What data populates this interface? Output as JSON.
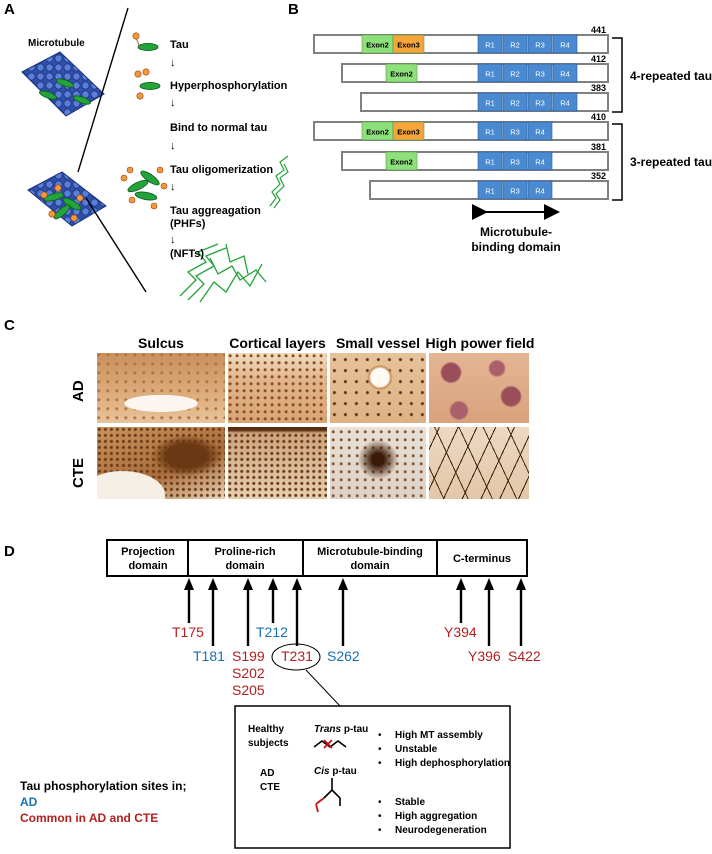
{
  "panel_a": {
    "letter": "A",
    "microtubule_label": "Microtubule",
    "steps": [
      "Tau",
      "Hyperphosphorylation",
      "Bind to normal tau",
      "Tau oligomerization",
      "Tau aggreagation",
      "(PHFs)",
      "(NFTs)"
    ],
    "arrow_glyph": "↓",
    "p_glyph": "P"
  },
  "panel_b": {
    "letter": "B",
    "isoforms": [
      {
        "length": "441",
        "exons": [
          "Exon2",
          "Exon3"
        ],
        "repeats": [
          "R1",
          "R2",
          "R3",
          "R4"
        ]
      },
      {
        "length": "412",
        "exons": [
          "Exon2"
        ],
        "repeats": [
          "R1",
          "R2",
          "R3",
          "R4"
        ]
      },
      {
        "length": "383",
        "exons": [],
        "repeats": [
          "R1",
          "R2",
          "R3",
          "R4"
        ]
      },
      {
        "length": "410",
        "exons": [
          "Exon2",
          "Exon3"
        ],
        "repeats": [
          "R1",
          "R3",
          "R4"
        ]
      },
      {
        "length": "381",
        "exons": [
          "Exon2"
        ],
        "repeats": [
          "R1",
          "R3",
          "R4"
        ]
      },
      {
        "length": "352",
        "exons": [],
        "repeats": [
          "R1",
          "R3",
          "R4"
        ]
      }
    ],
    "group_4r": "4-repeated tau",
    "group_3r": "3-repeated tau",
    "mbd_line1": "Microtubule-",
    "mbd_line2": "binding domain",
    "colors": {
      "exon2": "#8ee07a",
      "exon3": "#f5a53a",
      "repeat": "#4a8ad0",
      "frame": "#808080"
    }
  },
  "panel_c": {
    "letter": "C",
    "columns": [
      "Sulcus",
      "Cortical layers",
      "Small vessel",
      "High power field"
    ],
    "rows": [
      "AD",
      "CTE"
    ]
  },
  "panel_d": {
    "letter": "D",
    "domains": [
      {
        "lines": [
          "Projection",
          "domain"
        ]
      },
      {
        "lines": [
          "Proline-rich",
          "domain"
        ]
      },
      {
        "lines": [
          "Microtubule-binding",
          "domain"
        ]
      },
      {
        "lines": [
          "C-terminus"
        ]
      }
    ],
    "sites": [
      {
        "label": "T175",
        "group": "common"
      },
      {
        "label": "T181",
        "group": "ad"
      },
      {
        "label": "S199",
        "group": "common"
      },
      {
        "label": "S202",
        "group": "common"
      },
      {
        "label": "S205",
        "group": "common"
      },
      {
        "label": "T212",
        "group": "ad"
      },
      {
        "label": "T231",
        "group": "common"
      },
      {
        "label": "S262",
        "group": "ad"
      },
      {
        "label": "Y394",
        "group": "common"
      },
      {
        "label": "Y396",
        "group": "common"
      },
      {
        "label": "S422",
        "group": "common"
      }
    ],
    "legend": {
      "title": "Tau phosphorylation sites in;",
      "ad": "AD",
      "common": "Common in AD and CTE",
      "color_ad": "#1a6fb0",
      "color_common": "#b32020"
    },
    "box": {
      "healthy_line1": "Healthy",
      "healthy_line2": "subjects",
      "trans_italic": "Trans",
      "trans_rest": " p-tau",
      "disease_line1": "AD",
      "disease_line2": "CTE",
      "cis_italic": "Cis",
      "cis_rest": " p-tau",
      "trans_props": [
        "High MT assembly",
        "Unstable",
        "High dephosphorylation"
      ],
      "cis_props": [
        "Stable",
        "High aggregation",
        "Neurodegeneration"
      ],
      "bullet": "•"
    }
  }
}
